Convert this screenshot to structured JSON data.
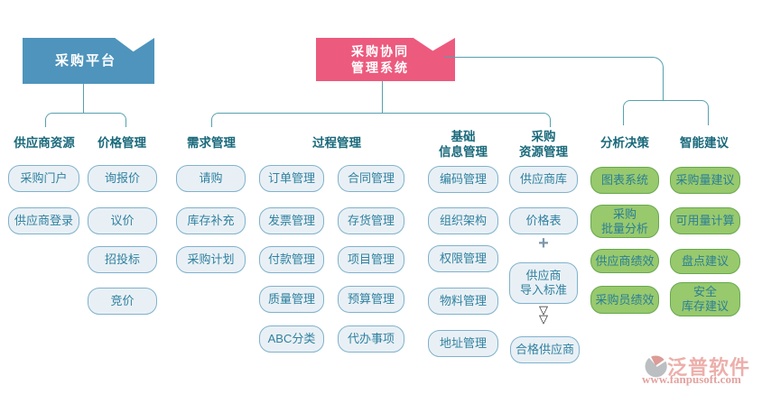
{
  "banners": {
    "platform": {
      "label": "采购平台"
    },
    "system": {
      "label": "采购协同\n管理系统"
    }
  },
  "groups": {
    "supplier_resources": {
      "header": "供应商资源",
      "items": [
        "采购门户",
        "供应商登录"
      ]
    },
    "price_management": {
      "header": "价格管理",
      "items": [
        "询报价",
        "议价",
        "招投标",
        "竞价"
      ]
    },
    "demand_management": {
      "header": "需求管理",
      "items": [
        "请购",
        "库存补充",
        "采购计划"
      ]
    },
    "process_management": {
      "header": "过程管理",
      "col_left": [
        "订单管理",
        "发票管理",
        "付款管理",
        "质量管理",
        "ABC分类"
      ],
      "col_right": [
        "合同管理",
        "存货管理",
        "项目管理",
        "预算管理",
        "代办事项"
      ]
    },
    "basic_info_management": {
      "header": "基础\n信息管理",
      "items": [
        "编码管理",
        "组织架构",
        "权限管理",
        "物料管理",
        "地址管理"
      ]
    },
    "purchase_resource_management": {
      "header": "采购\n资源管理",
      "items": [
        "供应商库",
        "价格表"
      ],
      "plus_symbol": "+",
      "import_standard": "供应商\n导入标准",
      "arrows_symbol": "▽\n▽",
      "qualified": "合格供应商"
    },
    "analysis_decision": {
      "header": "分析决策",
      "items": [
        "图表系统",
        "采购\n批量分析",
        "供应商绩效",
        "采购员绩效"
      ]
    },
    "smart_suggestion": {
      "header": "智能建议",
      "items": [
        "采购量建议",
        "可用量计算",
        "盘点建议",
        "安全\n库存建议"
      ]
    }
  },
  "colors": {
    "banner_blue": "#4e94bc",
    "banner_pink": "#ec5a7d",
    "connector": "#57a0af",
    "chip_fill": "#e9f0f5",
    "chip_border": "#7fb2cd",
    "chip_text": "#2f81a0",
    "green_fill": "#98c96d",
    "green_border": "#67a84e",
    "header_text": "#19697b"
  },
  "watermark": {
    "brand": "泛普软件",
    "url": "www.fanpusoft.com"
  }
}
